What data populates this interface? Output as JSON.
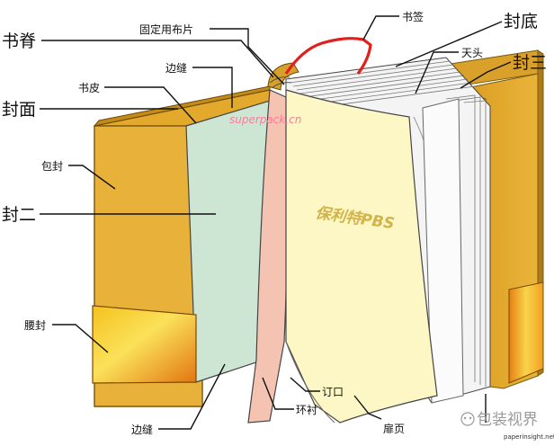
{
  "labels": {
    "shuji": "书脊",
    "gudingbu": "固定用布片",
    "shuqian": "书签",
    "fengdi": "封底",
    "tiantou": "天头",
    "fengsan": "封三",
    "bianfeng_top": "边缝",
    "shupi": "书皮",
    "fengmian": "封面",
    "baofeng": "包封",
    "fenger": "封二",
    "yaofeng": "腰封",
    "dingkou": "订口",
    "huanchen": "环衬",
    "bianfeng_bottom": "边缝",
    "feiye": "扉页"
  },
  "watermark": {
    "url": "superpack.cn",
    "brand": "保利特PBS",
    "logo_cn": "包装视界",
    "logo_url": "paperinsight.net"
  },
  "colors": {
    "cover_gold": "#E0A82A",
    "cover_gold_dark": "#B8811A",
    "green_page": "#CFE8D6",
    "pink_page": "#F6C3B3",
    "cream_page": "#FDF7C9",
    "bookmark_red": "#E0201C",
    "belt_light": "#F6D24A",
    "belt_dark": "#E07A10"
  }
}
